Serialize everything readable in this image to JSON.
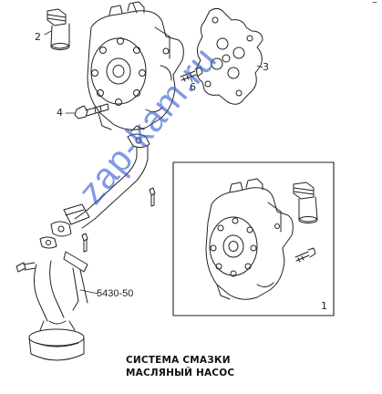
{
  "callouts": {
    "c1": "1",
    "c2": "2",
    "c3": "3",
    "c4": "4",
    "c6": "6"
  },
  "drawing_code": "5430-50",
  "corner_mark": "~",
  "caption": {
    "line1": "СИСТЕМА СМАЗКИ",
    "line2": "МАСЛЯНЫЙ НАСОС"
  },
  "watermark": "zap-kam.ru",
  "colors": {
    "line": "#222222",
    "watermark": "#3a66d8"
  }
}
